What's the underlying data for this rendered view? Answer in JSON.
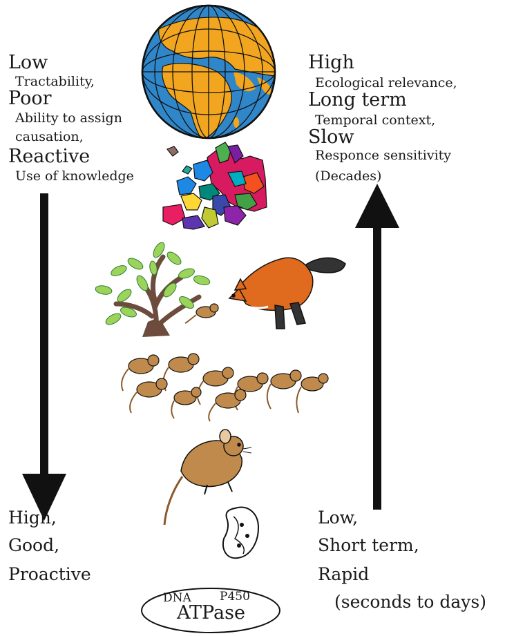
{
  "left_top": {
    "low": "Low",
    "tractability": "Tractability,",
    "poor": "Poor",
    "ability_line1": "Ability to assign",
    "ability_line2": "causation,",
    "reactive": "Reactive",
    "use_of_knowledge": "Use of knowledge"
  },
  "right_top": {
    "high": "High",
    "ecological": "Ecological relevance,",
    "long_term": "Long term",
    "temporal": "Temporal context,",
    "slow": "Slow",
    "responce": "Responce sensitivity",
    "decades": "(Decades)"
  },
  "left_bottom": {
    "high": "High,",
    "good": "Good,",
    "proactive": "Proactive"
  },
  "right_bottom": {
    "low": "Low,",
    "short_term": "Short term,",
    "rapid": "Rapid",
    "seconds": "(seconds to days)"
  },
  "molecular": {
    "dna": "DNA",
    "p450": "P450",
    "atpase": "ATPase"
  },
  "colors": {
    "ocean": "#2f86c9",
    "land": "#f2a51f",
    "mouse": "#c08a4c",
    "fox": "#e06a1e",
    "leaf": "#9bd35b",
    "arrow": "#111111"
  }
}
